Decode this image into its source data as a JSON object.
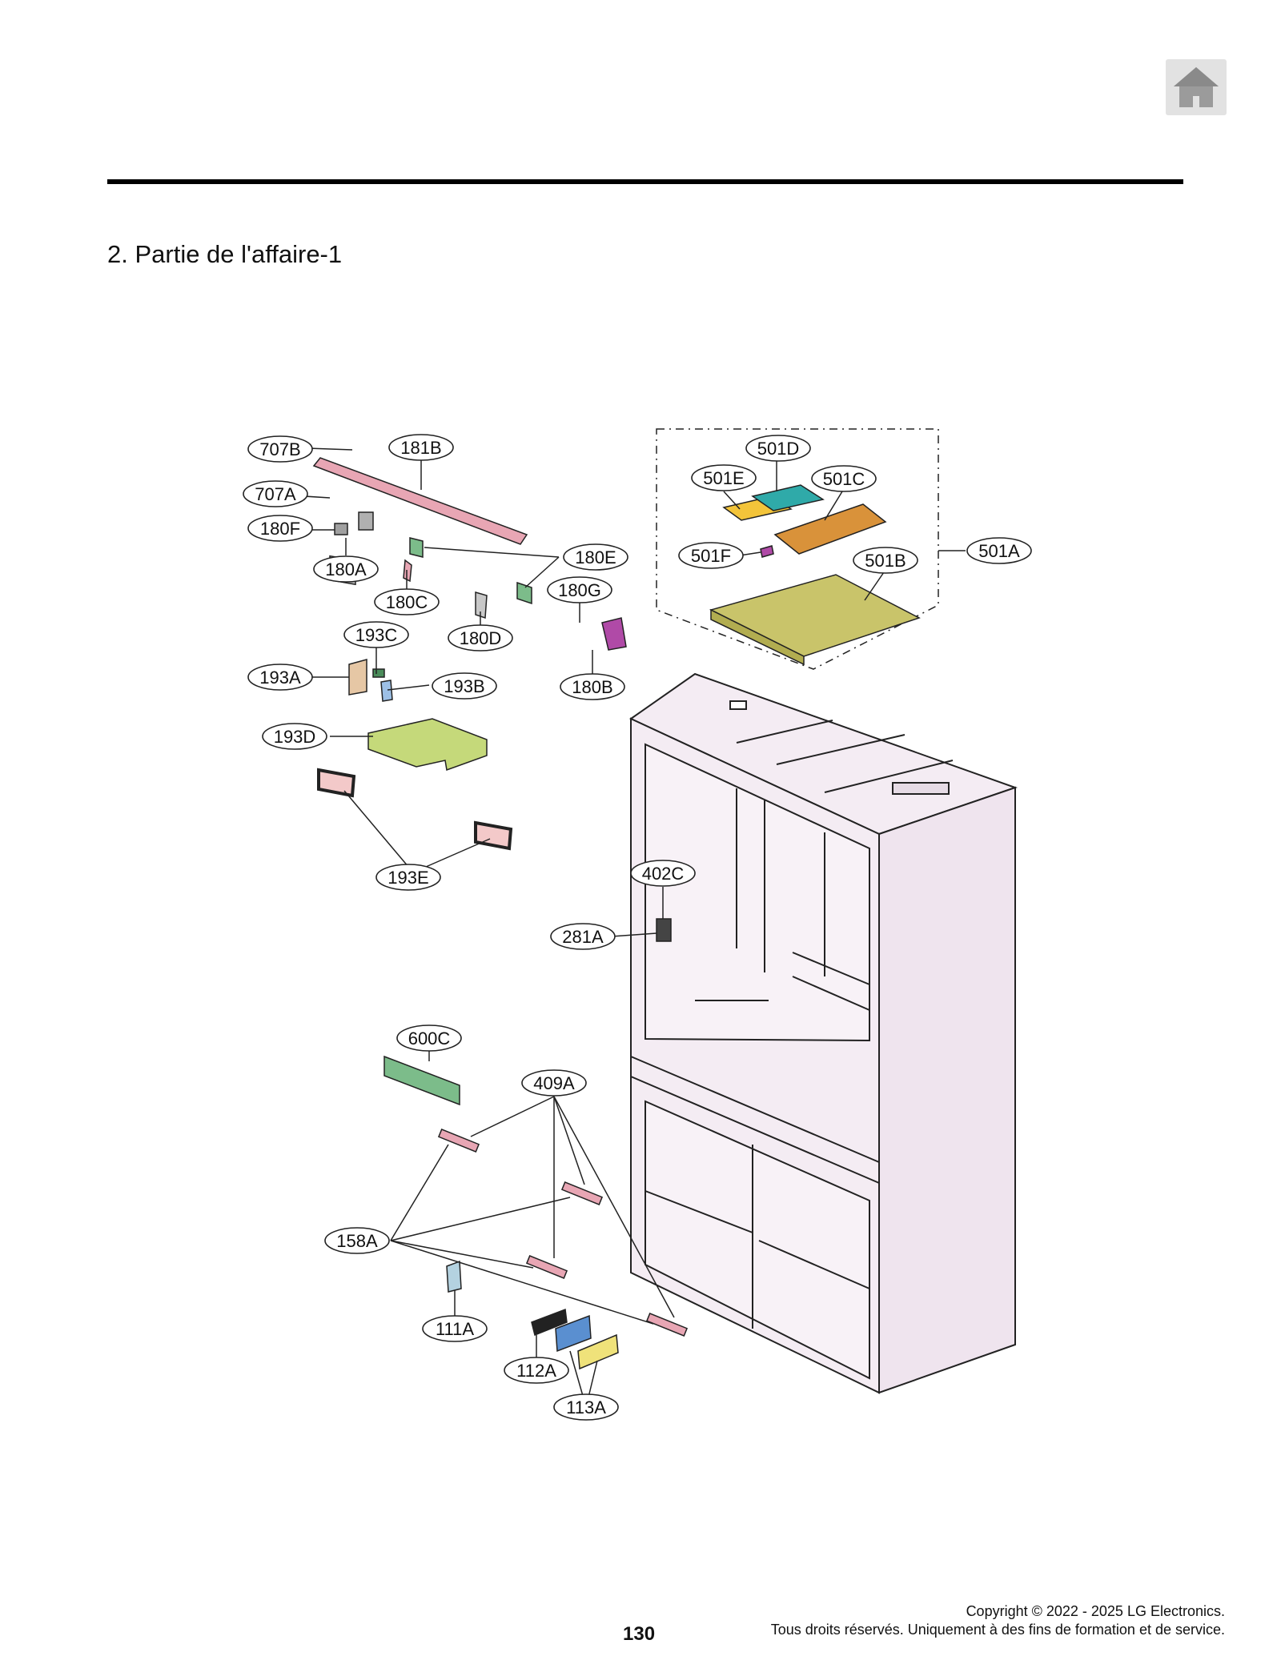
{
  "page": {
    "home_icon": "home-icon",
    "title": "2. Partie de l'affaire-1",
    "page_number": "130",
    "copyright_line1": "Copyright © 2022 - 2025 LG Electronics.",
    "copyright_line2": "Tous droits réservés. Uniquement à des fins de formation et de service."
  },
  "callouts": [
    "707B",
    "181B",
    "707A",
    "180F",
    "180A",
    "180E",
    "180C",
    "180G",
    "180D",
    "193C",
    "193A",
    "193B",
    "180B",
    "193D",
    "193E",
    "501D",
    "501E",
    "501C",
    "501F",
    "501B",
    "501A",
    "402C",
    "281A",
    "600C",
    "409A",
    "158A",
    "111A",
    "112A",
    "113A"
  ],
  "colors": {
    "cabinet_fill": "#f4ecf3",
    "cover_green": "#c5d97a",
    "bracket_pink": "#e8a6b4",
    "mount_olive": "#c9c46a",
    "pcb_orange": "#d9923a",
    "pcb_teal": "#2faaa9",
    "pcb_yellow": "#f3c43a",
    "part_blue": "#5a8fd0",
    "part_yellow": "#efe27a",
    "part_rose": "#d88a7c",
    "part_magenta": "#b04aa7"
  }
}
